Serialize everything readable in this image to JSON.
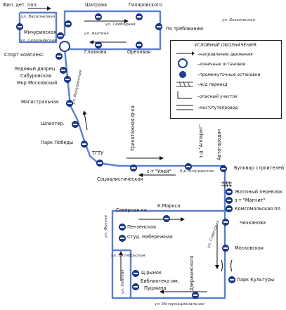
{
  "map": {
    "streets": {
      "vasilkovaya": "ул. Васильковая",
      "seleznevskaya": "ул. Селезнёвская",
      "svobodnaya": "ул. Свободная",
      "azatina": "ул. Азатина",
      "bezymyannaya": "ул. Безымянная",
      "michurinskaya": "ул. Мичуринская",
      "frunze": "ул. Фрунзе",
      "oktyabrskaya": "ул. Октябрьская",
      "sovetskaya": "ул. Советская",
      "nevskaya": "ул. Нёвская",
      "internatsionalnaya": "ул. Интернациональная",
      "enthusiastov": "б-р Энтузиастов"
    },
    "stops": {
      "fil_det_pol": "Фил. дет. пол.",
      "shatrova": "Шатрова",
      "gilyarovskogo": "Гиляровского",
      "po_trebovaniyu": "По требованию",
      "michurinskaya": "Мичуринская",
      "sport_kompleks": "Спорт комплекс",
      "glazkova": "Глазкова",
      "orekhovaya": "Ореховая",
      "ledovyi_dvorets": "Ледовый дворец",
      "saburovskaya": "Сабуровская",
      "mkr_moskovskiy": "Мкр Московский",
      "magistralnaya": "Магистральная",
      "shlikhter": "Шлихтер.",
      "park_pobedy": "Парк Победы",
      "tgtu": "ТГТУ",
      "trikotazhnaya": "Трикотажная ф-ка",
      "apparat": "з-д \"Аппарат\"",
      "avtogorodok": "Автогородок",
      "st_ulei": "с-т \"Улей\"",
      "sotsialisticheskaya": "Социалистическая",
      "bulvar_stroitelei": "Бульвар строителей",
      "zhitnyi_pereulok": "Жатпный перевлок",
      "z_magnit": "з-т \"Магнит\"",
      "komsomolskaya_pl": "Комсомольская пл.",
      "k_marksa": "К.Маркса",
      "severnaya_pl": "Северная пл.",
      "penzenskaya": "Пензенская",
      "stud_naberezhnaya": "Студ. Набережная",
      "chichkanova": "Чичканова",
      "moskovskaya": "Московская",
      "tsrynok": "Ц.рынок",
      "biblioteka": "Библиотека им.",
      "pushkina": "Пушкина",
      "dzerzhinskogo": "Дзержинского",
      "park_kultury": "Парк Культуры"
    }
  },
  "legend": {
    "title": "УСЛОВНЫЕ ОБОЗНАЧЕНИЯ:",
    "direction": "–направление движения",
    "terminal": "–конечные остановки",
    "intermediate": "–промежуточные остановки",
    "railway": "–ж/д переезд",
    "dangerous": "–опасный участок",
    "bridge": "–мост/путепровод"
  },
  "colors": {
    "route": "#5b7fd1",
    "stop": "#1f3d8f",
    "text": "#111111"
  }
}
